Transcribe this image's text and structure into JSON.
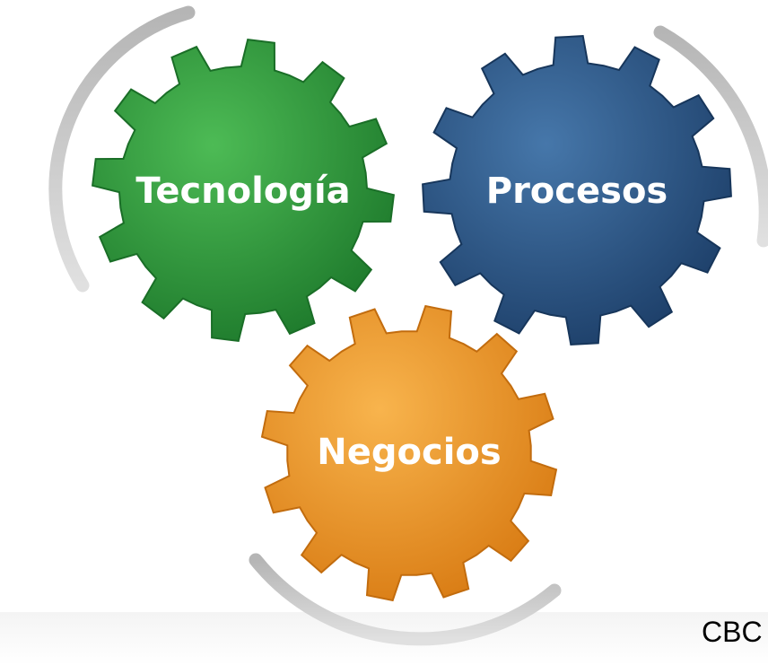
{
  "gears": [
    {
      "id": "tecnologia",
      "label": "Tecnología",
      "color": "#2e9e3e",
      "dark": "#1e7a2c",
      "light": "#4dbb55"
    },
    {
      "id": "procesos",
      "label": "Procesos",
      "color": "#2d5a8e",
      "dark": "#1d3f69",
      "light": "#4677aa"
    },
    {
      "id": "negocios",
      "label": "Negocios",
      "color": "#f29a2a",
      "dark": "#d97c14",
      "light": "#f8b44d"
    }
  ],
  "arc_color": "#c8c8c8",
  "corner_text": "CBC"
}
